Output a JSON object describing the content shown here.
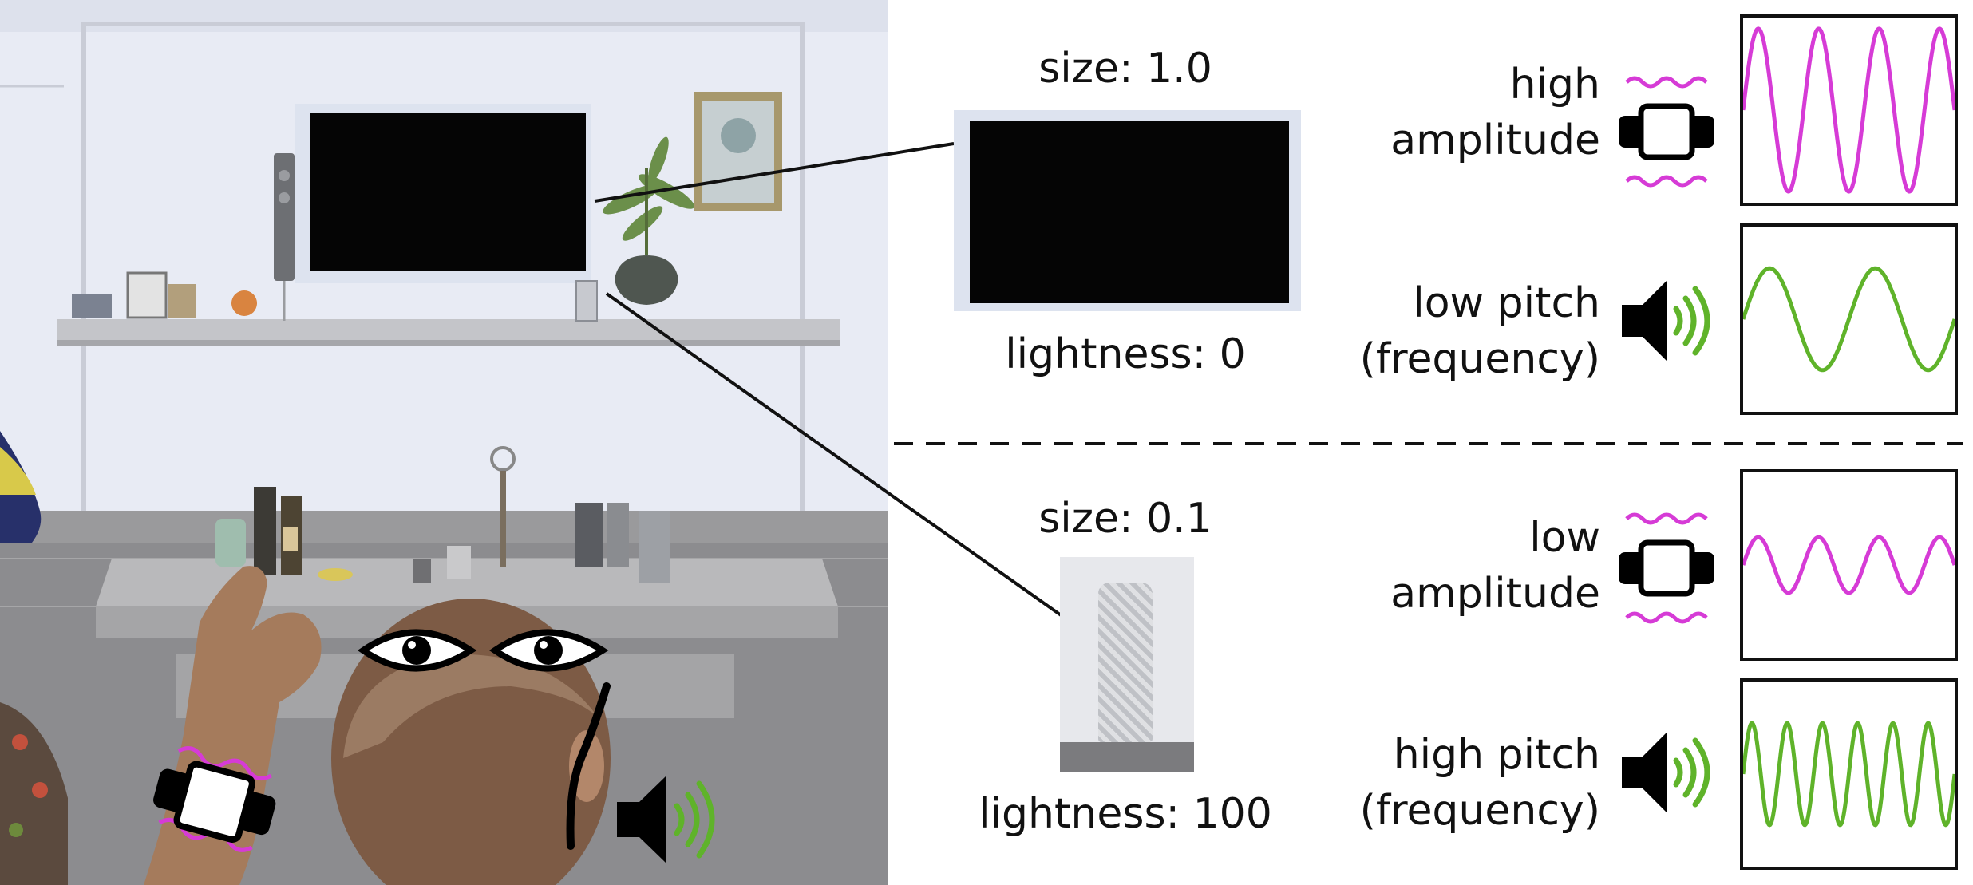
{
  "colors": {
    "vibration": "#d63bd6",
    "audio": "#5fb32a",
    "outline": "#111111",
    "divider": "#111111"
  },
  "icons": [
    "eyes-icon",
    "headphones-icon",
    "speaker-icon",
    "smartwatch-icon",
    "vibration-watch-icon",
    "sound-speaker-icon"
  ],
  "objects": [
    {
      "size_label": "size: 1.0",
      "lightness_label": "lightness: 0",
      "haptic_label_line1": "high",
      "haptic_label_line2": "amplitude",
      "audio_label_line1": "low pitch",
      "audio_label_line2": "(frequency)",
      "haptic_amplitude": "high",
      "audio_pitch": "low"
    },
    {
      "size_label": "size: 0.1",
      "lightness_label": "lightness: 100",
      "haptic_label_line1": "low",
      "haptic_label_line2": "amplitude",
      "audio_label_line1": "high pitch",
      "audio_label_line2": "(frequency)",
      "haptic_amplitude": "low",
      "audio_pitch": "high"
    }
  ]
}
